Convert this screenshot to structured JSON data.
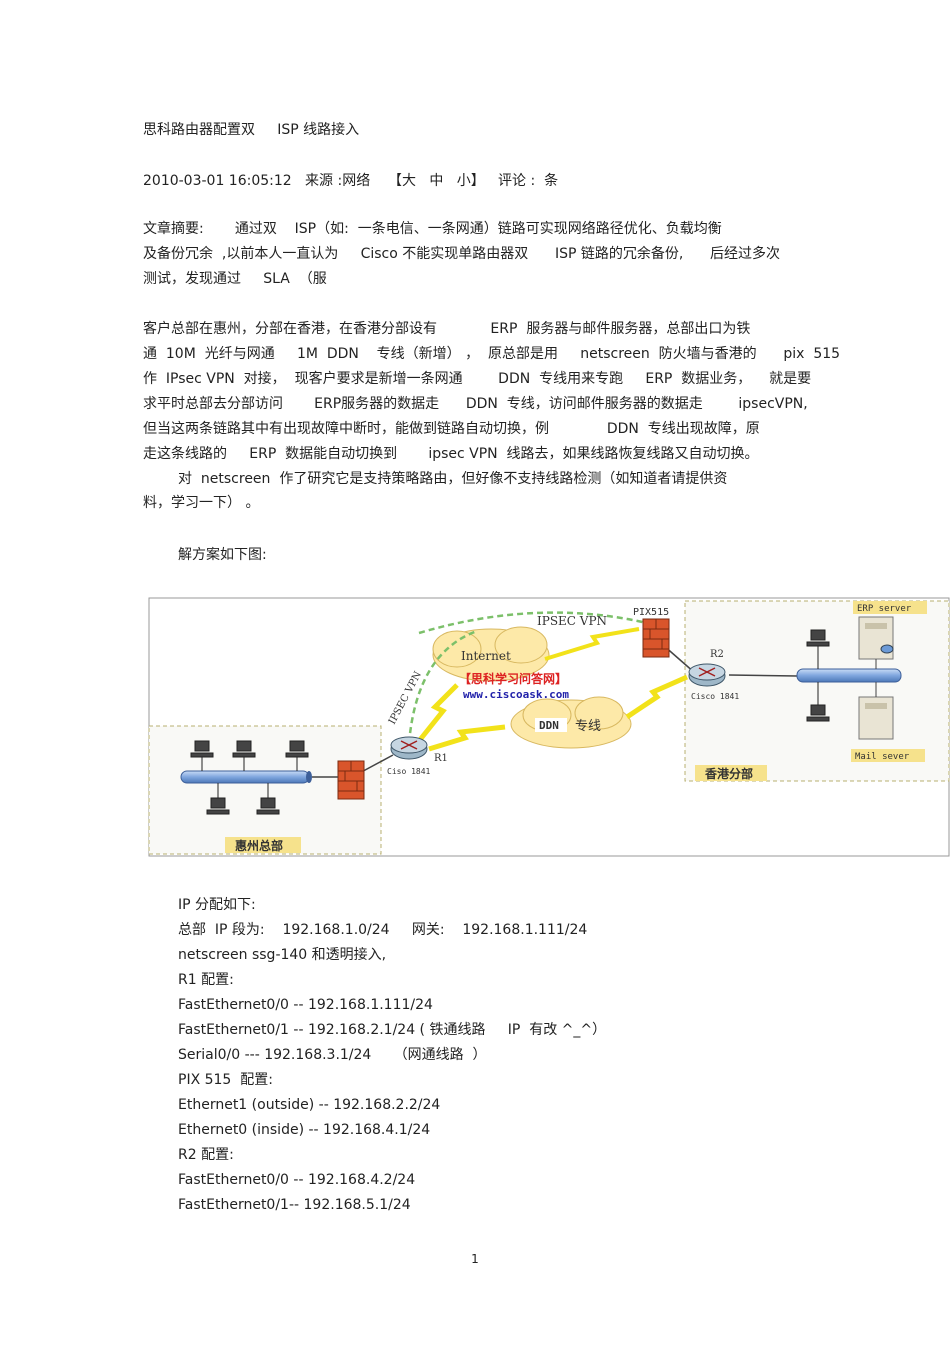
{
  "title": "思科路由器配置双     ISP 线路接入",
  "meta": "2010-03-01 16:05:12   来源 :网络    【大   中   小】   评论 :  条",
  "abstract": [
    "文章摘要:       通过双    ISP（如:  一条电信、一条网通）链路可实现网络路径优化、负载均衡",
    "及备份冗余  ,以前本人一直认为     Cisco 不能实现单路由器双      ISP 链路的冗余备份,      后经过多次",
    "测试，发现通过     SLA  （服"
  ],
  "body": [
    "客户总部在惠州，分部在香港，在香港分部设有            ERP  服务器与邮件服务器，总部出口为铁",
    "通  10M  光纤与网通     1M  DDN    专线（新增） ，  原总部是用     netscreen  防火墙与香港的      pix  515",
    "作  IPsec VPN  对接，  现客户要求是新增一条网通        DDN  专线用来专跑     ERP  数据业务，    就是要",
    "求平时总部去分部访问       ERP服务器的数据走      DDN  专线，访问邮件服务器的数据走        ipsecVPN,",
    "但当这两条链路其中有出现故障中断时，能做到链路自动切换，例             DDN  专线出现故障，原",
    "走这条线路的     ERP  数据能自动切换到       ipsec VPN  线路去，如果线路恢复线路又自动切换。"
  ],
  "note": [
    "对  netscreen  作了研究它是支持策略路由，但好像不支持线路检测（如知道者请提供资",
    "料，学习一下） 。"
  ],
  "solution_label": "解方案如下图:",
  "diagram": {
    "ipsec_vpn_top": "IPSEC VPN",
    "ipsec_vpn_diag": "IPSEC VPN",
    "pix515": "PIX515",
    "internet": "Internet",
    "watermark1": "【思科学习问答网】",
    "watermark2": "www.ciscoask.com",
    "ddn": "DDN",
    "zhuanxian": "专线",
    "r2": "R2",
    "cisco1841_r2": "Cisco 1841",
    "r1": "R1",
    "ciso1841_r1": "Ciso 1841",
    "erp_server": "ERP server",
    "mail_server": "Mail sever",
    "hk_branch": "香港分部",
    "hz_hq": "惠州总部",
    "colors": {
      "cloud": "#fde9a8",
      "bus": "#8fb4e6",
      "firewall": "#d9552b",
      "link": "#f2e21a",
      "vpn": "#7cc06a",
      "label_bg": "#f6e28c"
    }
  },
  "ip_lines": [
    "IP 分配如下:",
    "总部  IP 段为:    192.168.1.0/24     网关:    192.168.1.111/24",
    "netscreen ssg-140 和透明接入,",
    "R1 配置:",
    "FastEthernet0/0 -- 192.168.1.111/24",
    "FastEthernet0/1 -- 192.168.2.1/24 ( 铁通线路     IP  有改 ^_^）",
    "Serial0/0 --- 192.168.3.1/24     （网通线路  ）",
    "PIX 515  配置:",
    "Ethernet1 (outside) -- 192.168.2.2/24",
    "Ethernet0 (inside) -- 192.168.4.1/24",
    "R2 配置:",
    "FastEthernet0/0 -- 192.168.4.2/24",
    "FastEthernet0/1-- 192.168.5.1/24"
  ],
  "page_number": "1"
}
